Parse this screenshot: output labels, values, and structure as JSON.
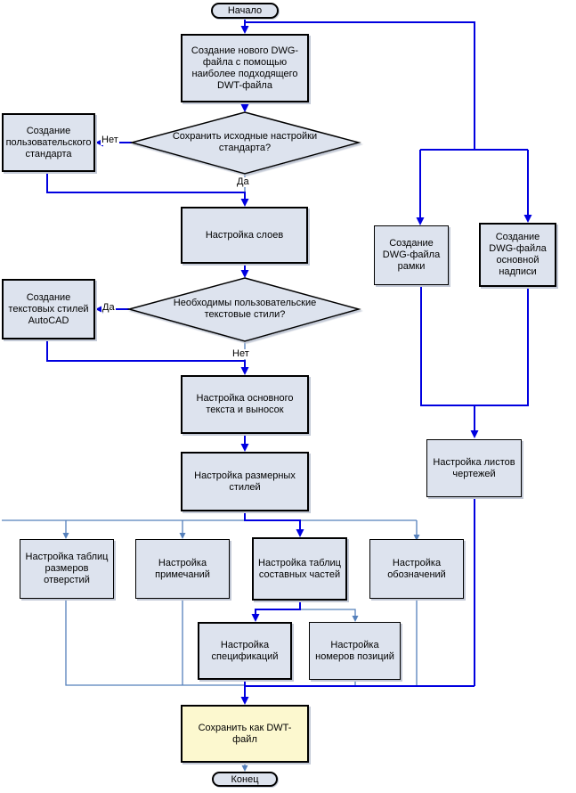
{
  "colors": {
    "main_flow_line": "#0000e0",
    "branch_line": "#5580bb",
    "node_fill": "#dde3ee",
    "save_node_fill": "#fcf8cf",
    "node_border": "#000000"
  },
  "labels": {
    "yes": "Да",
    "no": "Нет"
  },
  "nodes": {
    "start": "Начало",
    "new_dwg": "Создание нового DWG-файла с помощью наиболее подходящего DWT-файла",
    "decision_keep_standard": "Сохранить исходные настройки стандарта?",
    "custom_standard": "Создание пользовательского стандарта",
    "layers": "Настройка слоев",
    "decision_text_styles": "Необходимы пользовательские текстовые стили?",
    "text_styles": "Создание текстовых стилей AutoCAD",
    "main_text": "Настройка основного текста и выносок",
    "dim_styles": "Настройка размерных стилей",
    "frame_dwg": "Создание DWG-файла рамки",
    "title_block_dwg": "Создание DWG-файла основной надписи",
    "sheets": "Настройка листов чертежей",
    "hole_tables": "Настройка таблиц размеров отверстий",
    "notes": "Настройка примечаний",
    "parts_tables": "Настройка таблиц составных частей",
    "symbols": "Настройка обозначений",
    "specs": "Настройка спецификаций",
    "item_numbers": "Настройка номеров позиций",
    "save_dwt": "Сохранить как DWT-файл",
    "end": "Конец"
  }
}
